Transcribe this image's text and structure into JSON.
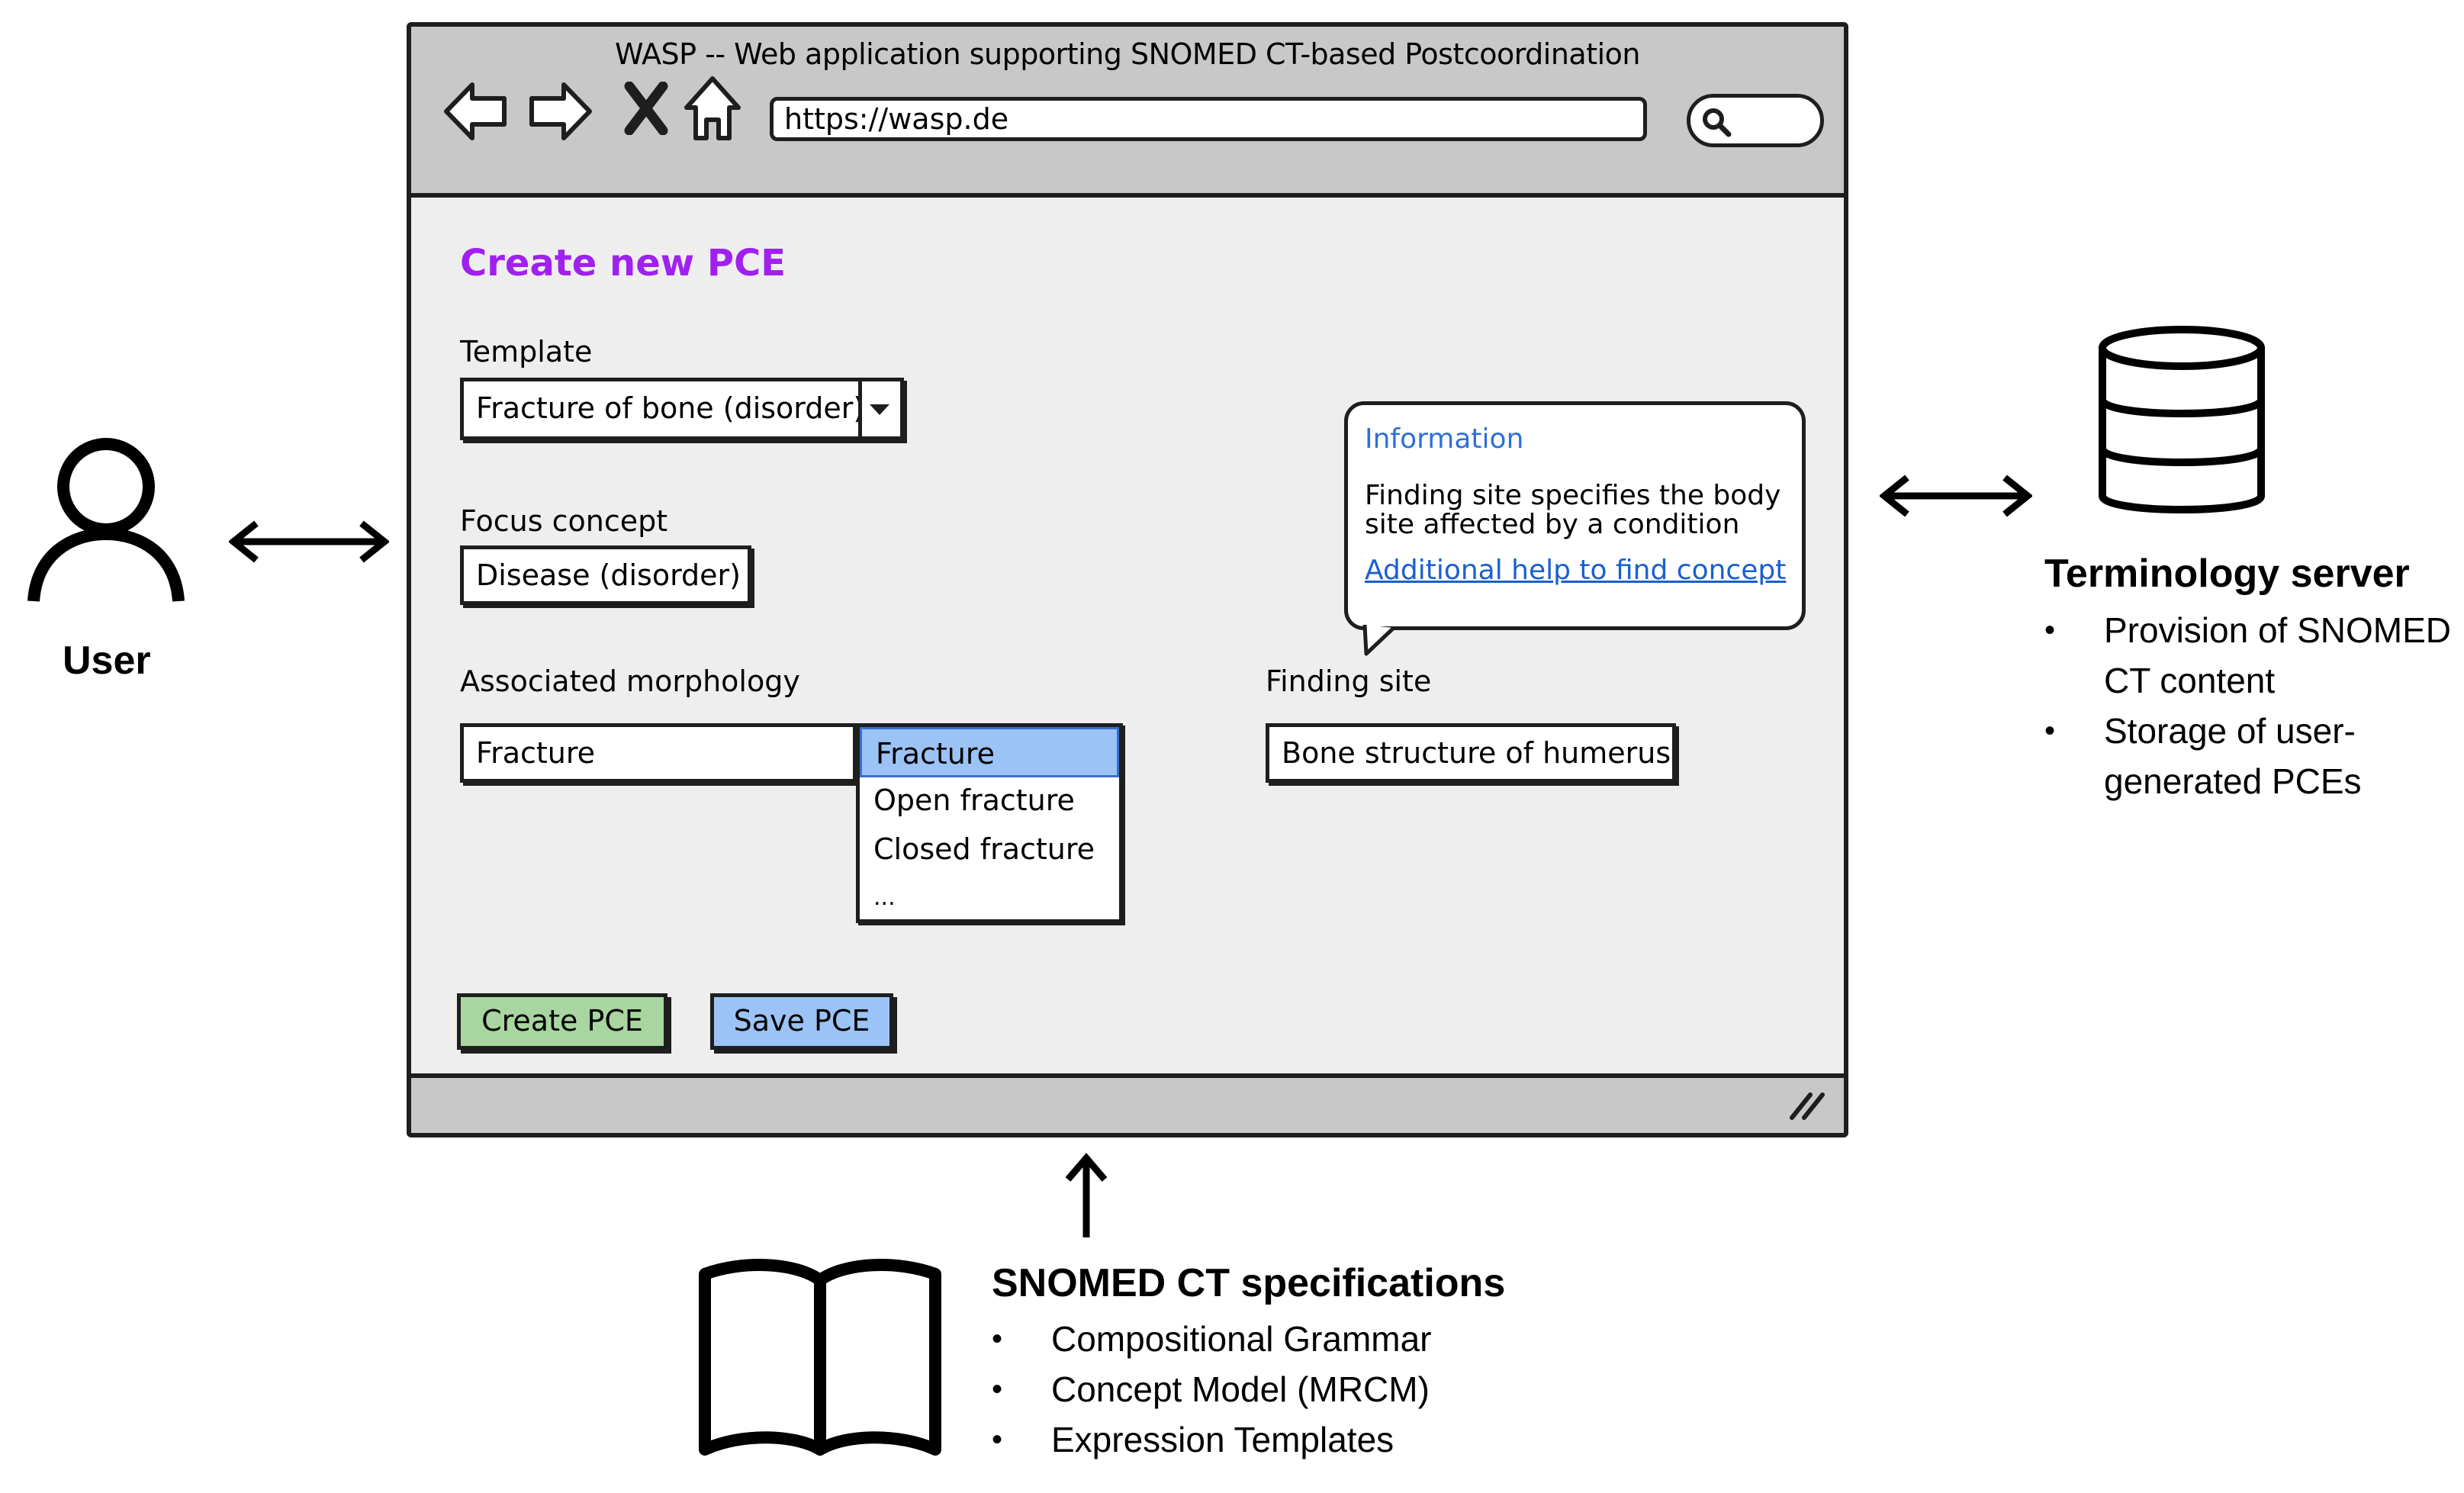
{
  "browser": {
    "window_title": "WASP -- Web application supporting SNOMED CT-based Postcoordination",
    "url": "https://wasp.de",
    "nav_icons": [
      "back-icon",
      "forward-icon",
      "close-icon",
      "home-icon",
      "search-icon",
      "resize-grip-icon"
    ]
  },
  "form": {
    "heading": "Create new PCE",
    "heading_color": "#a020f0",
    "template": {
      "label": "Template",
      "value": "Fracture of bone (disorder)"
    },
    "focus_concept": {
      "label": "Focus concept",
      "value": "Disease (disorder)"
    },
    "associated_morphology": {
      "label": "Associated morphology",
      "value": "Fracture",
      "options": [
        "Fracture",
        "Open fracture",
        "Closed fracture",
        "..."
      ],
      "selected_option": "Fracture"
    },
    "finding_site": {
      "label": "Finding site",
      "value": "Bone structure of humerus"
    },
    "info_box": {
      "title": "Information",
      "text": "Finding site specifies the body site affected by a condition",
      "link": "Additional help to find concept"
    },
    "buttons": {
      "create": {
        "label": "Create PCE",
        "color": "#a9d6a0"
      },
      "save": {
        "label": "Save PCE",
        "color": "#9cc3f5"
      }
    }
  },
  "user": {
    "label": "User",
    "icon": "user-icon"
  },
  "terminology_server": {
    "icon": "database-icon",
    "title": "Terminology server",
    "items": [
      "Provision of SNOMED CT content",
      "Storage of user-generated PCEs"
    ]
  },
  "specifications": {
    "icon": "book-icon",
    "title": "SNOMED CT specifications",
    "items": [
      "Compositional Grammar",
      "Concept Model (MRCM)",
      "Expression Templates"
    ]
  }
}
